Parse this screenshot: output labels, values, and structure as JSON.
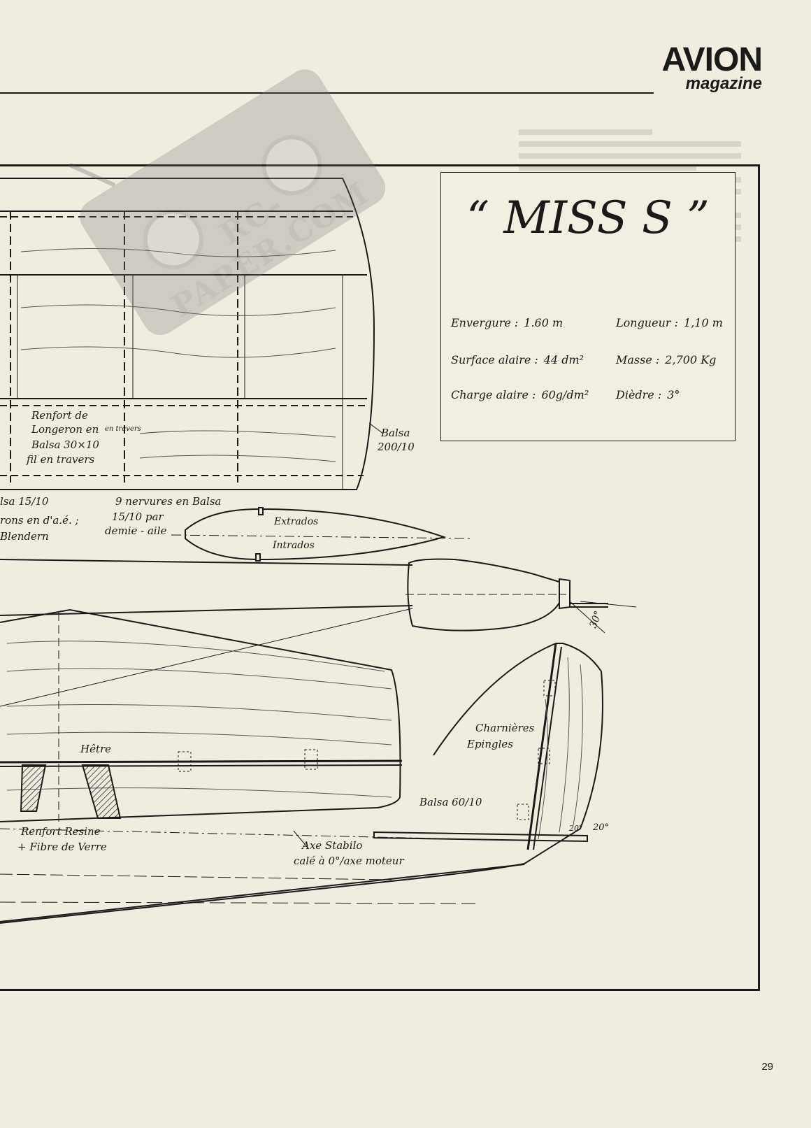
{
  "header": {
    "brand_big": "AVION",
    "brand_small": "magazine"
  },
  "title_box": {
    "title": "“ MISS S ”",
    "specs": [
      {
        "label": "Envergure :",
        "value": "1.60 m"
      },
      {
        "label": "Longueur :",
        "value": "1,10 m"
      },
      {
        "label": "Surface alaire :",
        "value": "44 dm²"
      },
      {
        "label": "Masse :",
        "value": "2,700 Kg"
      },
      {
        "label": "Charge alaire :",
        "value": "60g/dm²"
      },
      {
        "label": "Dièdre :",
        "value": "3°"
      }
    ]
  },
  "annotations": {
    "renfort": [
      "Renfort de",
      "Longeron en",
      "Balsa 30×10",
      "fil en travers"
    ],
    "en_travers": "en travers",
    "balsa_le": [
      "Balsa",
      "200/10"
    ],
    "balsa_ribs": [
      "lsa 15/10",
      "rons en d'a.é. ;",
      "Blendern"
    ],
    "nervures": [
      "9 nervures en Balsa",
      "15/10 par",
      "demie - aile"
    ],
    "extrados": "Extrados",
    "intrados": "Intrados",
    "angle_30": "30°",
    "hetre": "Hêtre",
    "renfort_resine": [
      "Renfort Resine",
      "+ Fibre de Verre"
    ],
    "axe_stabilo": [
      "Axe Stabilo",
      "calé à 0°/axe moteur"
    ],
    "charnieres": [
      "Charnières",
      "Epingles"
    ],
    "balsa_fin": "Balsa 60/10",
    "angle_20a": "20°",
    "angle_20b": "20°"
  },
  "watermark": "RC-PAPER.COM",
  "page_number": "29"
}
